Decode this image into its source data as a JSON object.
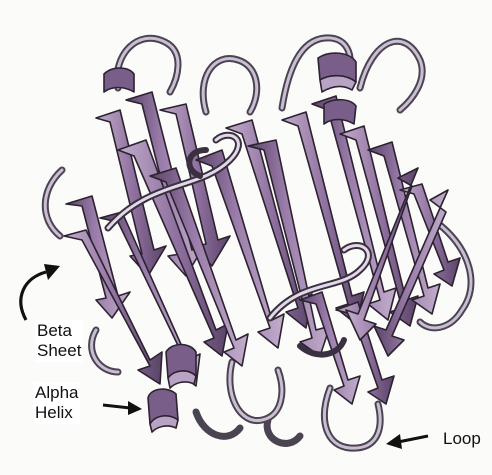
{
  "labels": {
    "beta_line1": "Beta",
    "beta_line2": "Sheet",
    "alpha_line1": "Alpha",
    "alpha_line2": "Helix",
    "loop": "Loop"
  },
  "colors": {
    "strand_fill": "#8e6f9e",
    "strand_light": "#c2adcb",
    "strand_dark": "#5a4468",
    "outline": "#2c2230",
    "loop_stroke": "#3a3040",
    "background": "#fbfcfa",
    "arrow": "#111111"
  }
}
